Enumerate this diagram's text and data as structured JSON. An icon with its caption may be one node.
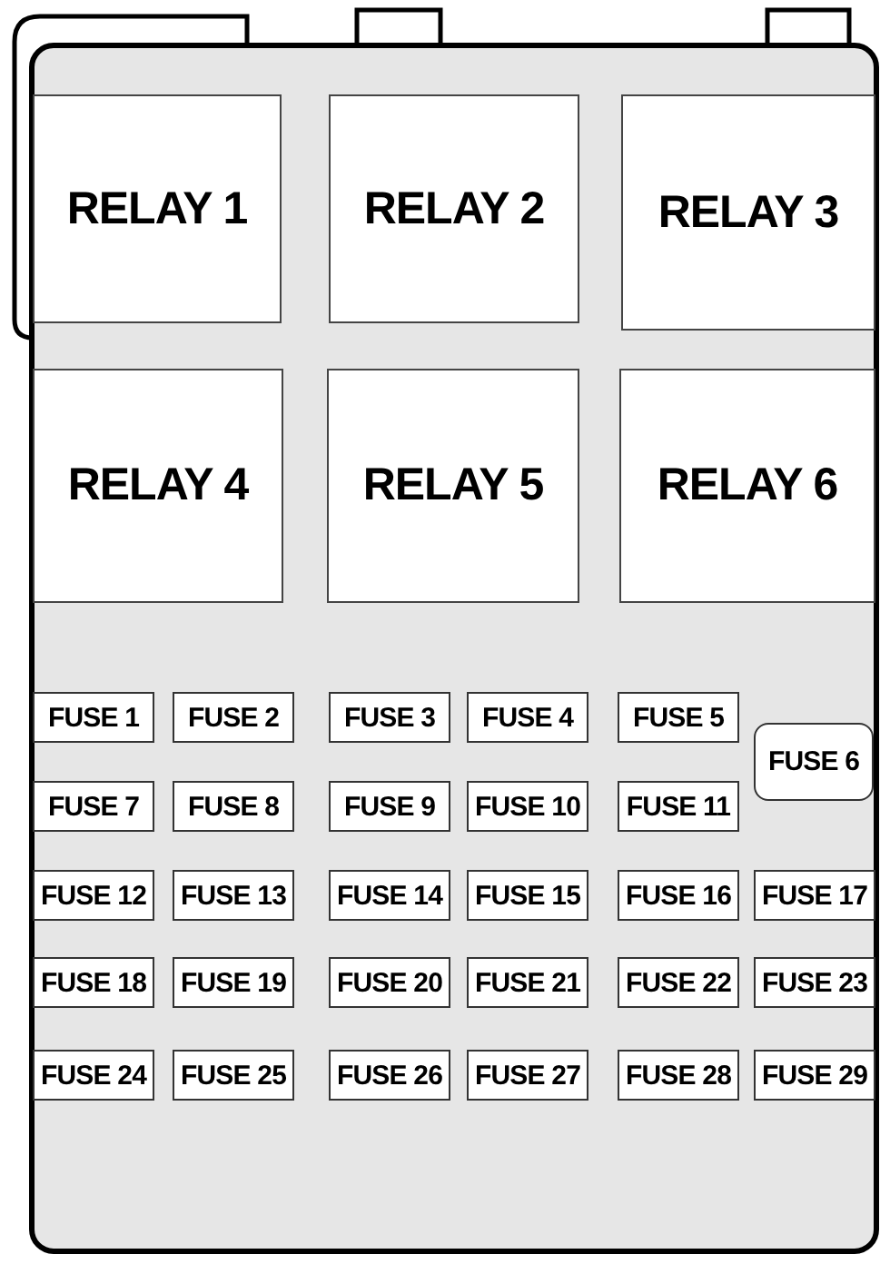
{
  "diagram": {
    "nodes": [
      {
        "text": [
          "RELAY 1"
        ]
      },
      {
        "text": [
          "RELAY 2"
        ]
      },
      {
        "text": [
          "RELAY 3"
        ]
      },
      {
        "text": [
          "RELAY 4"
        ]
      },
      {
        "text": [
          "RELAY 5"
        ]
      },
      {
        "text": [
          "RELAY 6"
        ]
      },
      {
        "text": [
          "FUSE 1"
        ]
      },
      {
        "text": [
          "FUSE 2"
        ]
      },
      {
        "text": [
          "FUSE 3"
        ]
      },
      {
        "text": [
          "FUSE 4"
        ]
      },
      {
        "text": [
          "FUSE 5"
        ]
      },
      {
        "text": [
          "FUSE 6"
        ]
      },
      {
        "text": [
          "FUSE 7"
        ]
      },
      {
        "text": [
          "FUSE 8"
        ]
      },
      {
        "text": [
          "FUSE 9"
        ]
      },
      {
        "text": [
          "FUSE 10"
        ]
      },
      {
        "text": [
          "FUSE 11"
        ]
      },
      {
        "text": [
          "FUSE 12"
        ]
      },
      {
        "text": [
          "FUSE 13"
        ]
      },
      {
        "text": [
          "FUSE 14"
        ]
      },
      {
        "text": [
          "FUSE 15"
        ]
      },
      {
        "text": [
          "FUSE 16"
        ]
      },
      {
        "text": [
          "FUSE 17"
        ]
      },
      {
        "text": [
          "FUSE 18"
        ]
      },
      {
        "text": [
          "FUSE 19"
        ]
      },
      {
        "text": [
          "FUSE 20"
        ]
      },
      {
        "text": [
          "FUSE 21"
        ]
      },
      {
        "text": [
          "FUSE 22"
        ]
      },
      {
        "text": [
          "FUSE 23"
        ]
      },
      {
        "text": [
          "FUSE 24"
        ]
      },
      {
        "text": [
          "FUSE 25"
        ]
      },
      {
        "text": [
          "FUSE 26"
        ]
      },
      {
        "text": [
          "FUSE 27"
        ]
      },
      {
        "text": [
          "FUSE 28"
        ]
      },
      {
        "text": [
          "FUSE 29"
        ]
      }
    ]
  }
}
